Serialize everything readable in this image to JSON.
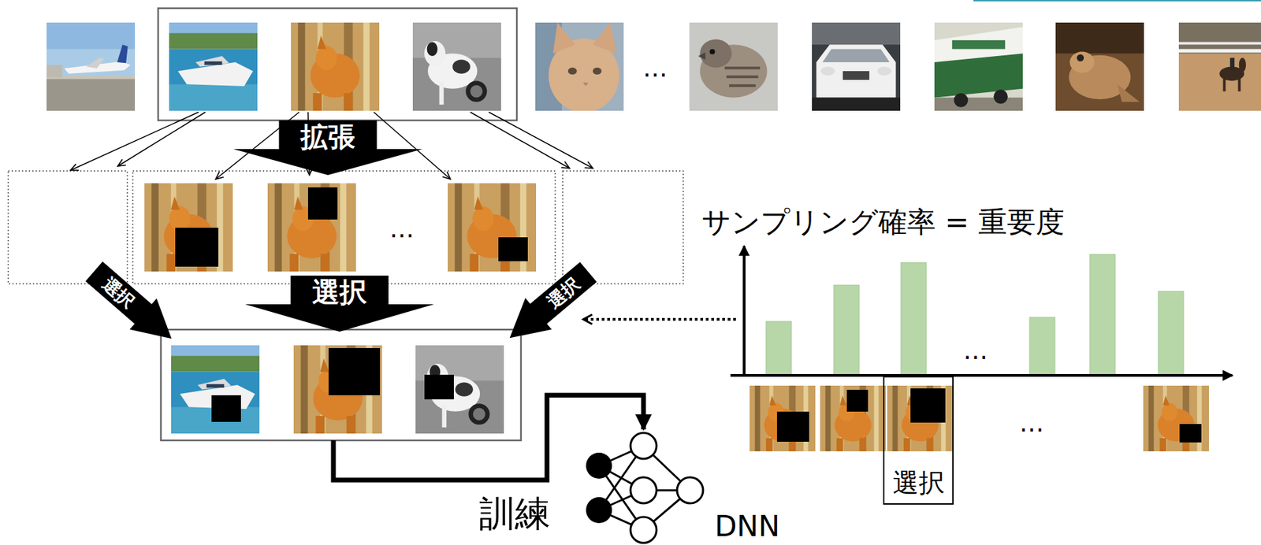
{
  "diagram": {
    "nodes": [
      {
        "text": [
          "拡張"
        ]
      },
      {
        "text": [
          "選択"
        ]
      },
      {
        "text": [
          "選択"
        ]
      },
      {
        "text": [
          "選択"
        ]
      },
      {
        "text": [
          "選択"
        ]
      }
    ],
    "labels": [
      "…",
      "…",
      "サンプリング確率 = 重要度",
      "…",
      "…",
      "訓練",
      "DNN"
    ]
  }
}
